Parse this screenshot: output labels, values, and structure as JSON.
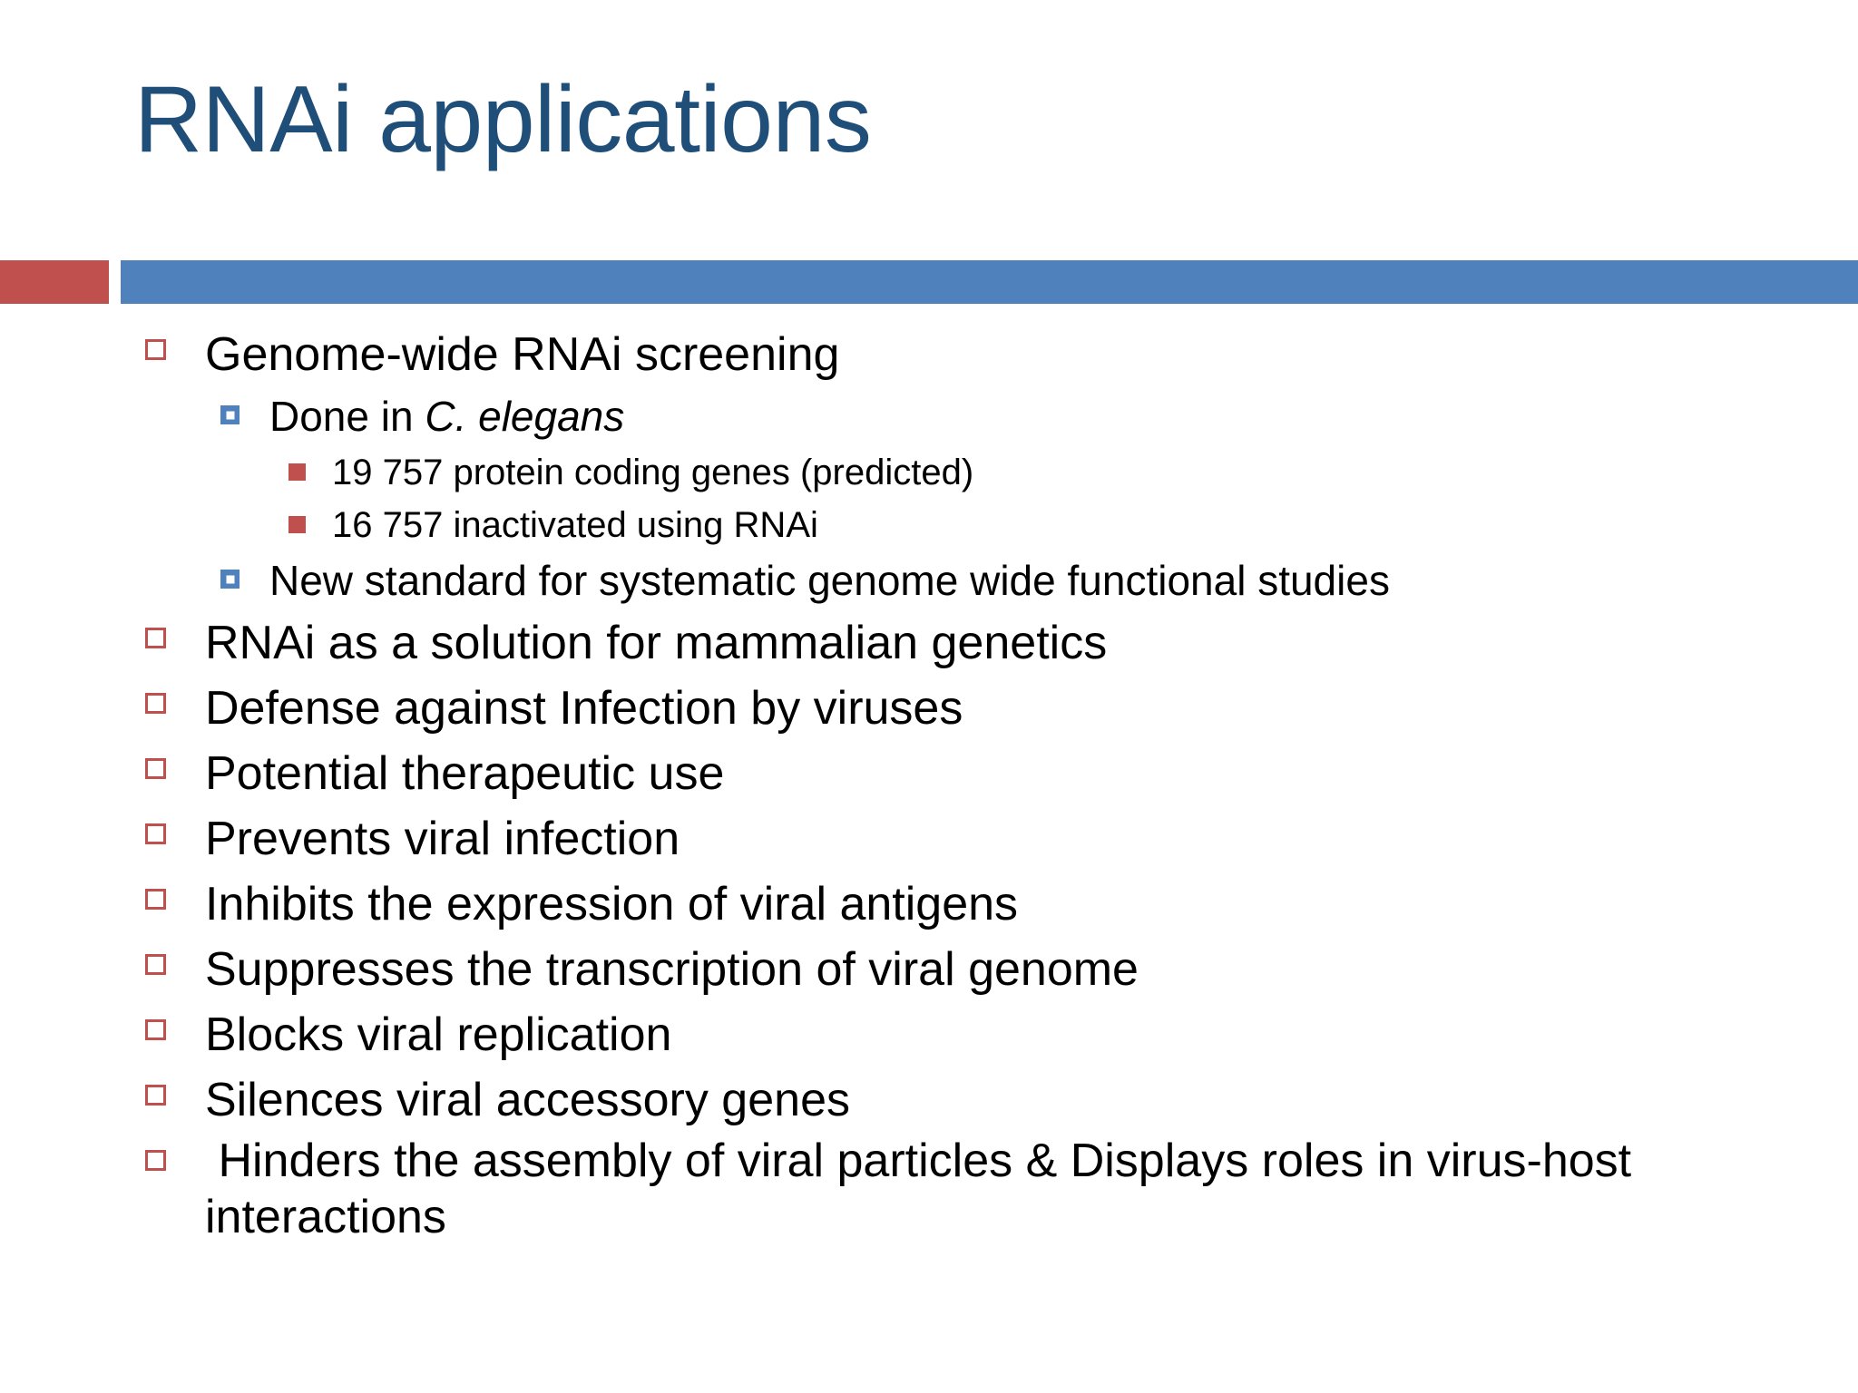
{
  "slide": {
    "title": "RNAi applications",
    "title_color": "#1F4E79",
    "accent_red": "#C0504D",
    "accent_blue": "#4F81BD",
    "background": "#FFFFFF",
    "body_text_color": "#000000"
  },
  "bullets": {
    "b1": "Genome-wide RNAi screening",
    "b2": "Done in ",
    "b2_italic": "C. elegans",
    "b3": "19 757 protein coding genes (predicted)",
    "b4": "16 757 inactivated using RNAi",
    "b5": "New standard for systematic genome wide functional studies",
    "b6": "RNAi as a solution for mammalian genetics",
    "b7": "Defense against Infection by viruses",
    "b8": "Potential therapeutic use",
    "b9": "Prevents viral infection",
    "b10": "Inhibits the expression of viral antigens",
    "b11": "Suppresses the transcription of viral genome",
    "b12": "Blocks viral replication",
    "b13": "Silences viral accessory genes",
    "b14": " Hinders the assembly of viral particles & Displays roles in virus-host interactions"
  }
}
